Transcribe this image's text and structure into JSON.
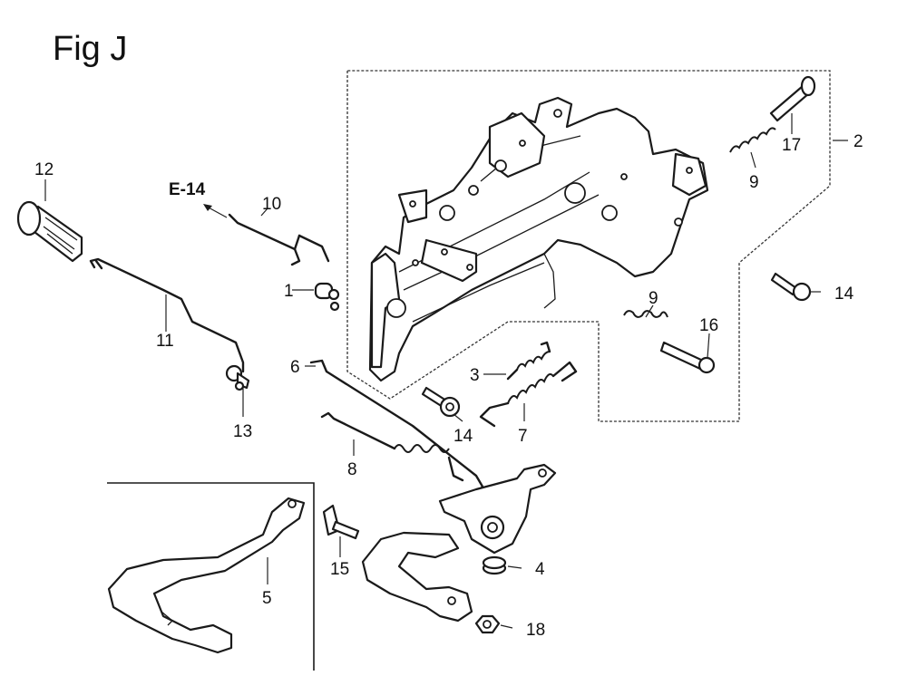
{
  "figure": {
    "title": "Fig J",
    "reference_label": "E-14"
  },
  "callouts": {
    "c1": "1",
    "c2": "2",
    "c3": "3",
    "c4": "4",
    "c5": "5",
    "c6": "6",
    "c7": "7",
    "c8": "8",
    "c9a": "9",
    "c9b": "9",
    "c10": "10",
    "c11": "11",
    "c12": "12",
    "c13": "13",
    "c14a": "14",
    "c14b": "14",
    "c15": "15",
    "c16": "16",
    "c17": "17",
    "c18": "18"
  }
}
